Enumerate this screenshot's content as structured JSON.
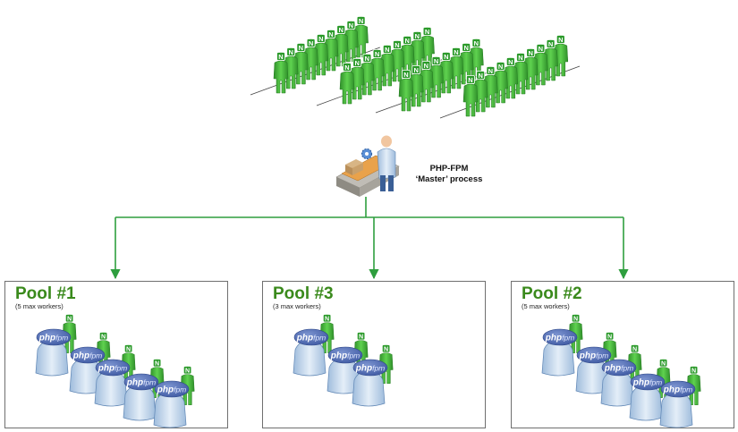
{
  "master": {
    "line1": "PHP-FPM",
    "line2": "‘Master’ process"
  },
  "pools": [
    {
      "title": "Pool #1",
      "subtitle": "(5 max workers)",
      "workers": 5
    },
    {
      "title": "Pool #3",
      "subtitle": "(3 max workers)",
      "workers": 3
    },
    {
      "title": "Pool #2",
      "subtitle": "(5 max workers)",
      "workers": 5
    }
  ],
  "worker_badge": "php-fpm",
  "worker_badge_parts": {
    "a": "php",
    "b": "fpm"
  },
  "crowd_badge": "N",
  "colors": {
    "connector": "#2e9e3e",
    "pool_title": "#3a8a1c",
    "nginx_green": "#41b834",
    "badge_blue": "#4c6bb8",
    "worker_body": "#c9dcef"
  }
}
